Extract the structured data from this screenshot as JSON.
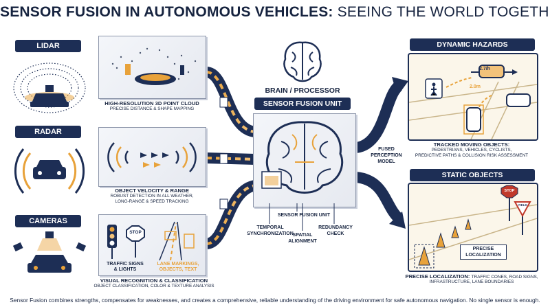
{
  "title": {
    "bold": "SENSOR FUSION IN AUTONOMOUS VEHICLES:",
    "regular": "SEEING THE WORLD TOGETHER"
  },
  "sensors": {
    "lidar": {
      "label": "LIDAR",
      "caption_title": "HIGH-RESOLUTION 3D POINT CLOUD",
      "caption_text": "PRECISE DISTANCE & SHAPE MAPPING"
    },
    "radar": {
      "label": "RADAR",
      "caption_title": "OBJECT VELOCITY & RANGE",
      "caption_line1": "ROBUST DETECTION IN ALL WEATHER,",
      "caption_line2": "LONG-RANGE & SPEED TRACKING"
    },
    "cameras": {
      "label": "CAMERAS",
      "sub_left_1": "TRAFFIC SIGNS",
      "sub_left_2": "& LIGHTS",
      "sub_right_1": "LANE MARKINGS,",
      "sub_right_2": "OBJECTS, TEXT",
      "stop_text": "STOP",
      "caption_title": "VISUAL RECOGNITION & CLASSIFICATION",
      "caption_text": "OBJECT CLASSIFICATION, COLOR & TEXTURE ANALYSIS"
    }
  },
  "center": {
    "brain_label": "BRAIN / PROCESSOR",
    "unit_label": "SENSOR FUSION UNIT",
    "fused_1": "FUSED",
    "fused_2": "PERCEPTION",
    "fused_3": "MODEL",
    "temporal_1": "TEMPORAL",
    "temporal_2": "SYNCHRONIZATION",
    "unit_sub": "SENSOR FUSION UNIT",
    "spatial_1": "SPATIAL",
    "spatial_2": "ALIGNMENT",
    "redundancy_1": "REDUNDANCY",
    "redundancy_2": "CHECK"
  },
  "outputs": {
    "dynamic": {
      "label": "DYNAMIC HAZARDS",
      "speed_1": "2.7/h",
      "speed_2": "2.0m",
      "caption_title": "TRACKED MOVING OBJECTS:",
      "caption_line1": "PEDESTRIANS, VEHICLES, CYCLISTS,",
      "caption_line2": "PREDICTIVE PATHS & COLLISION RISK ASSESSMENT"
    },
    "static": {
      "label": "STATIC OBJECTS",
      "stop_text": "STOP",
      "yield_text": "YIELD",
      "precise_1": "PRECISE",
      "precise_2": "LOCALIZATION",
      "caption_title": "PRECISE LOCALIZATION:",
      "caption_rest": "TRAFFIC CONES, ROAD SIGNS,",
      "caption_line2": "INFRASTRUCTURE, LANE BOUNDARIES"
    }
  },
  "footer": "Sensor Fusion combines strengths, compensates for weaknesses, and creates a comprehensive, reliable understanding of the driving environment for safe autonomous navigation. No single sensor is enough.",
  "colors": {
    "navy": "#1d2e55",
    "accent": "#e8a23a",
    "cream": "#fbf6ea"
  }
}
